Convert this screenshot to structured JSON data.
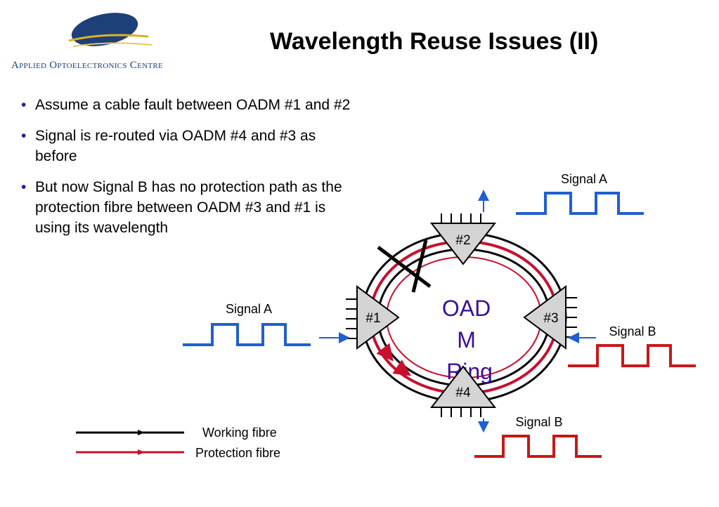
{
  "header": {
    "logo_text": "Applied Optoelectronics Centre",
    "title": "Wavelength Reuse Issues (II)"
  },
  "bullets": [
    "Assume a cable fault between OADM #1 and #2",
    "Signal is re-routed via OADM #4 and #3 as before",
    "But now Signal B has no protection path as the protection fibre between OADM #3 and #1 is using its wavelength"
  ],
  "diagram": {
    "ring_label_lines": [
      "OAD",
      "M",
      "Ring"
    ],
    "nodes": [
      "#2",
      "#1",
      "#3",
      "#4"
    ],
    "signals": {
      "top_right": "Signal A",
      "left": "Signal A",
      "right": "Signal B",
      "bottom": "Signal B"
    },
    "legend": {
      "working": "Working fibre",
      "protection": "Protection fibre"
    },
    "colors": {
      "signal_a": "#1f5fcf",
      "signal_b": "#c81818",
      "protection_fibre": "#c8102e",
      "working_fibre": "#000000",
      "node_fill": "#d4d4d4",
      "ring_label": "#3a0fa0",
      "logo_blue": "#1d3f7a",
      "logo_gold": "#e0b020"
    }
  }
}
